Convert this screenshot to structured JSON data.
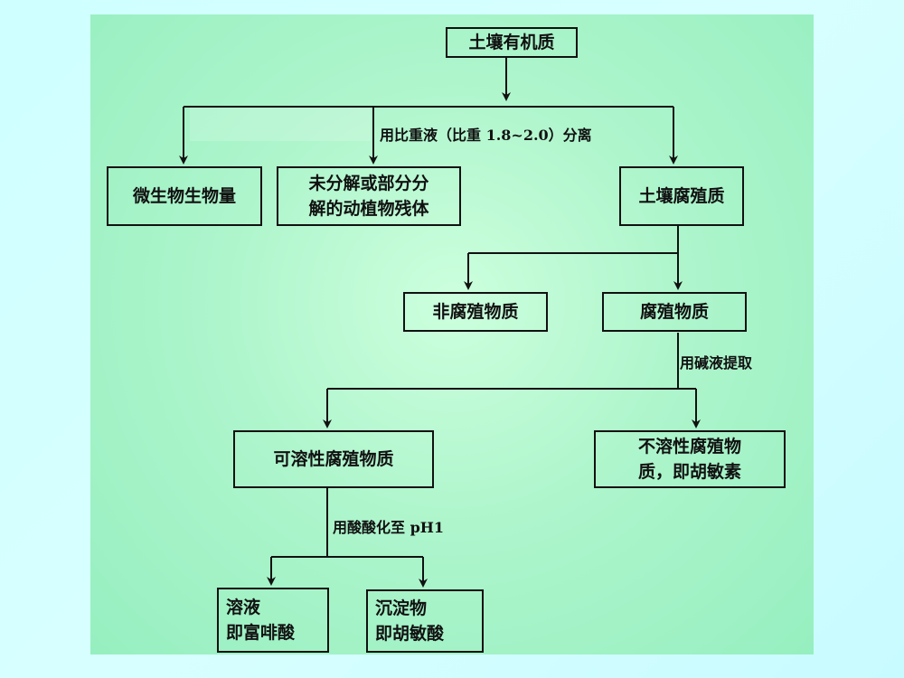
{
  "colors": {
    "page_background": "#cfffff",
    "panel_background": "#a9f3c8",
    "ink": "#111111"
  },
  "diagram": {
    "nodes": {
      "root": "土壤有机质",
      "microbial": "微生物生物量",
      "residue": "未分解或部分分\n解的动植物残体",
      "soil_humus": "土壤腐殖质",
      "non_humic": "非腐殖物质",
      "humic": "腐殖物质",
      "soluble_humic": "可溶性腐殖物质",
      "insoluble": "不溶性腐殖物\n质，即胡敏素",
      "solution": "溶液\n即富啡酸",
      "precipitate": "沉淀物\n即胡敏酸"
    },
    "edge_labels": {
      "heavy_liquid": "用比重液（比重 1.8~2.0）分离",
      "alkali": "用碱液提取",
      "acid": "用酸酸化至 pH1"
    },
    "links": [
      {
        "from": "root",
        "to": "microbial"
      },
      {
        "from": "root",
        "to": "residue"
      },
      {
        "from": "root",
        "to": "soil_humus"
      },
      {
        "from": "soil_humus",
        "to": "non_humic"
      },
      {
        "from": "soil_humus",
        "to": "humic"
      },
      {
        "from": "humic",
        "to": "soluble_humic"
      },
      {
        "from": "humic",
        "to": "insoluble"
      },
      {
        "from": "soluble_humic",
        "to": "solution"
      },
      {
        "from": "soluble_humic",
        "to": "precipitate"
      }
    ]
  }
}
